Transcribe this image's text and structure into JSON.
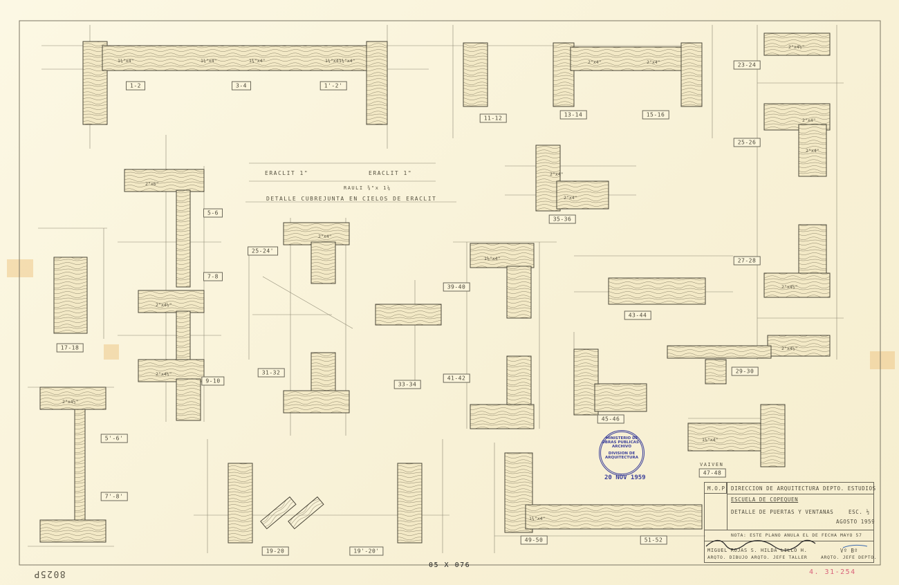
{
  "drawing": {
    "detail_labels": [
      "1-2",
      "3-4",
      "1'-2'",
      "11-12",
      "13-14",
      "15-16",
      "23-24",
      "25-26",
      "27-28",
      "29-30",
      "35-36",
      "5-6",
      "7-8",
      "9-10",
      "17-18",
      "25-24'",
      "31-32",
      "33-34",
      "39-40",
      "41-42",
      "43-44",
      "45-46",
      "47-48",
      "49-50",
      "51-52",
      "19-20",
      "19'-20'",
      "5'-6'",
      "7'-8'"
    ],
    "section_sizes": [
      "1¾\"x4\"",
      "1¾\"x4\"",
      "1¾\"x4\"",
      "1¾\"x4\"",
      "2\"x4\"",
      "2\"x4\"",
      "1¾\"x4\"",
      "1¾\"x4\"",
      "2\"x4½\"",
      "2\"x4\"",
      "2\"x4\"",
      "2\"x6\"",
      "2\"x4½\"",
      "2\"x4½\"",
      "2\"x4½\"",
      "2\"x4½\"",
      "2\"x4½\"",
      "2\"x4\"",
      "2\"x4\"",
      "2\"x4\"",
      "1⅝\"x4\"",
      "1⅝\"x4\""
    ],
    "eraclit_detail": {
      "left": "ERACLIT 1\"",
      "right": "ERACLIT 1\"",
      "batten": "RAULI ⅜\"x 1¼",
      "title": "DETALLE CUBREJUNTA EN CIELOS DE ERACLIT"
    },
    "vaiven": "VAIVEN",
    "sheet_code": "05 X 076",
    "archive_number": "8025P",
    "red_reference": "4. 31-254"
  },
  "title_block": {
    "org": "M.O.P.",
    "department": "DIRECCION DE ARQUITECTURA DEPTO. ESTUDIOS",
    "project": "ESCUELA DE COPEQUEN",
    "sheet_title": "DETALLE DE PUERTAS Y VENTANAS",
    "scale": "ESC. ½",
    "date": "AGOSTO 1959",
    "note": "NOTA: ESTE PLANO ANULA EL DE FECHA MAYO 57",
    "names": "MIGUEL ROJAS S.   HILDA LILLO H.",
    "roles": "ARQTO.   DIBUJO   ARQTO. JEFE TALLER",
    "approval": "Vº Bº",
    "approval_role": "ARQTO. JEFE DEPTO."
  },
  "stamp": {
    "ring_text": "MINISTERIO DE OBRAS PUBLICAS · ARCHIVO",
    "center_text": "DIVISION DE ARQUITECTURA",
    "date": "20 NOV 1959"
  },
  "colors": {
    "paper": "#fbf6e0",
    "pencil": "#4a4638",
    "stamp": "#3b3f9a",
    "red_ink": "#d9607a"
  }
}
